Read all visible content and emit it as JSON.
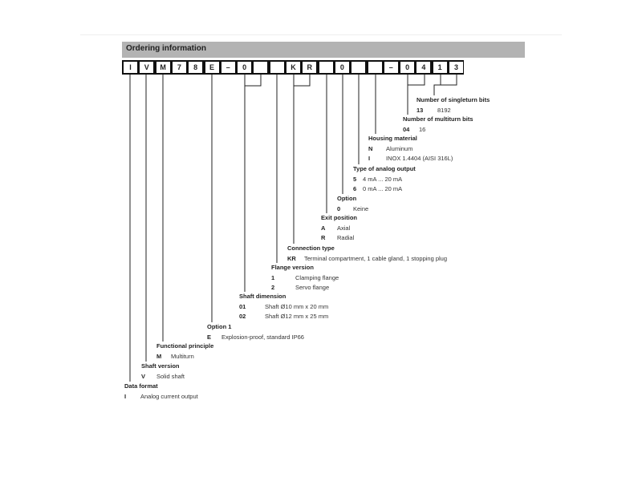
{
  "title": "Ordering information",
  "code": [
    "I",
    "V",
    "M",
    "7",
    "8",
    "E",
    "–",
    "0",
    "",
    "",
    "K",
    "R",
    "",
    "0",
    "",
    "",
    "–",
    "0",
    "4",
    "1",
    "3"
  ],
  "sections": {
    "singleturn": {
      "label": "Number of singleturn bits",
      "rows": [
        [
          "13",
          "8192"
        ]
      ]
    },
    "multiturn": {
      "label": "Number of multiturn bits",
      "rows": [
        [
          "04",
          "16"
        ]
      ]
    },
    "housing": {
      "label": "Housing material",
      "rows": [
        [
          "N",
          "Aluminum"
        ],
        [
          "I",
          "INOX 1.4404 (AISI 316L)"
        ]
      ]
    },
    "analog": {
      "label": "Type of analog output",
      "rows": [
        [
          "5",
          "4 mA ... 20 mA"
        ],
        [
          "6",
          "0 mA ... 20 mA"
        ]
      ]
    },
    "option": {
      "label": "Option",
      "rows": [
        [
          "0",
          "Keine"
        ]
      ]
    },
    "exit": {
      "label": "Exit position",
      "rows": [
        [
          "A",
          "Axial"
        ],
        [
          "R",
          "Radial"
        ]
      ]
    },
    "connection": {
      "label": "Connection type",
      "rows": [
        [
          "KR",
          "Terminal compartment, 1 cable gland, 1 stopping plug"
        ]
      ]
    },
    "flange": {
      "label": "Flange version",
      "rows": [
        [
          "1",
          "Clamping flange"
        ],
        [
          "2",
          "Servo flange"
        ]
      ]
    },
    "shaftdim": {
      "label": "Shaft dimension",
      "rows": [
        [
          "01",
          "Shaft Ø10 mm x 20 mm"
        ],
        [
          "02",
          "Shaft Ø12 mm x 25 mm"
        ]
      ]
    },
    "option1": {
      "label": "Option 1",
      "rows": [
        [
          "E",
          "Explosion-proof, standard IP66"
        ]
      ]
    },
    "functional": {
      "label": "Functional principle",
      "rows": [
        [
          "M",
          "Multiturn"
        ]
      ]
    },
    "shaftver": {
      "label": "Shaft version",
      "rows": [
        [
          "V",
          "Solid shaft"
        ]
      ]
    },
    "dataformat": {
      "label": "Data format",
      "rows": [
        [
          "I",
          "Analog current output"
        ]
      ]
    }
  }
}
